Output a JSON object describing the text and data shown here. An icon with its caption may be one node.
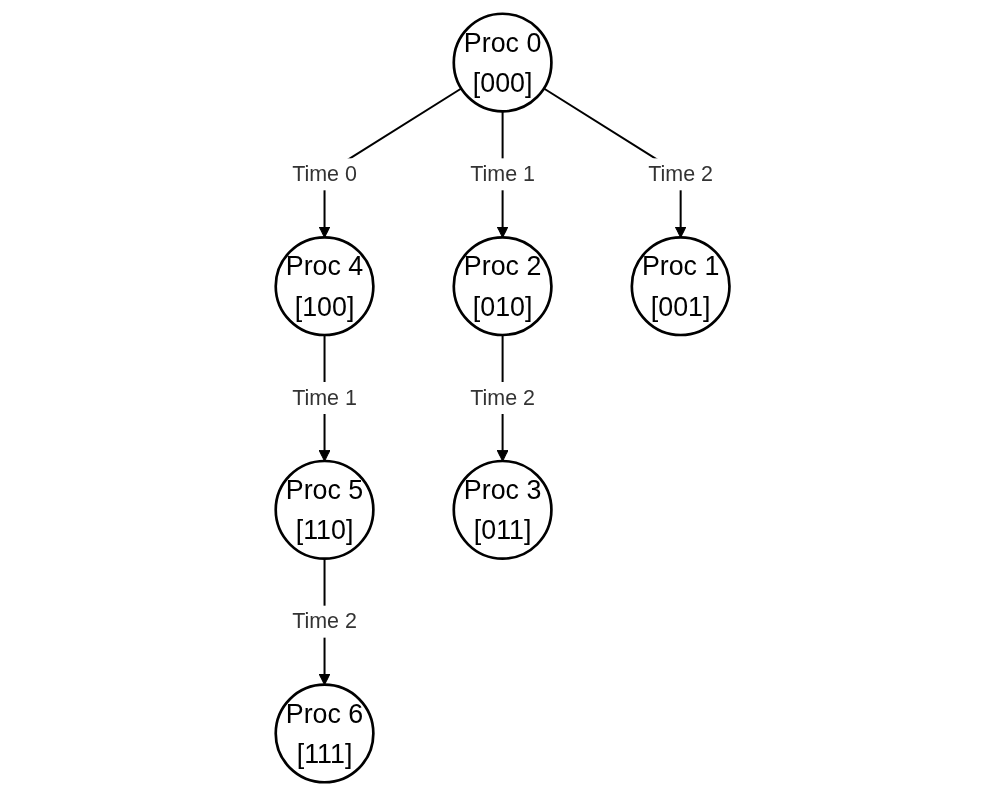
{
  "diagram": {
    "nodes": [
      {
        "text": [
          "Proc 0",
          "[000]"
        ]
      },
      {
        "text": [
          "Proc 4",
          "[100]"
        ]
      },
      {
        "text": [
          "Proc 2",
          "[010]"
        ]
      },
      {
        "text": [
          "Proc 1",
          "[001]"
        ]
      },
      {
        "text": [
          "Proc 5",
          "[110]"
        ]
      },
      {
        "text": [
          "Proc 3",
          "[011]"
        ]
      },
      {
        "text": [
          "Proc 6",
          "[111]"
        ]
      }
    ],
    "edges": [
      {
        "from": 0,
        "to": 1,
        "arrow": "to",
        "label": "Time 0"
      },
      {
        "from": 0,
        "to": 2,
        "arrow": "to",
        "label": "Time 1"
      },
      {
        "from": 0,
        "to": 3,
        "arrow": "to",
        "label": "Time 2"
      },
      {
        "from": 1,
        "to": 4,
        "arrow": "to",
        "label": "Time 1"
      },
      {
        "from": 2,
        "to": 5,
        "arrow": "to",
        "label": "Time 2"
      },
      {
        "from": 4,
        "to": 6,
        "arrow": "to",
        "label": "Time 2"
      }
    ]
  }
}
